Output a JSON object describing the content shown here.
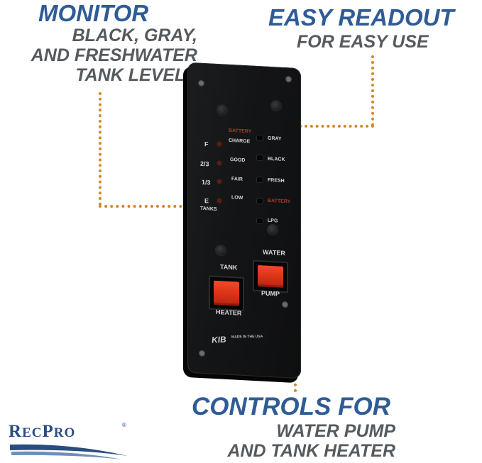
{
  "callouts": {
    "monitor": {
      "title": "MONITOR",
      "lines": [
        "BLACK, GRAY,",
        "AND FRESHWATER",
        "TANK LEVELS"
      ]
    },
    "readout": {
      "title": "EASY READOUT",
      "lines": [
        "FOR EASY USE"
      ]
    },
    "controls": {
      "title": "CONTROLS FOR",
      "lines": [
        "WATER PUMP",
        "AND TANK HEATER"
      ]
    }
  },
  "panel": {
    "battery_header": "BATTERY",
    "left_levels": [
      "F",
      "2/3",
      "1/3",
      "E"
    ],
    "tanks_label": "TANKS",
    "battery_levels": [
      "CHARGE",
      "GOOD",
      "FAIR",
      "LOW"
    ],
    "right_indicators": [
      "GRAY",
      "BLACK",
      "FRESH",
      "BATTERY",
      "LPG"
    ],
    "switch_left_top": "TANK",
    "switch_left_bottom": "HEATER",
    "switch_right_top": "WATER",
    "switch_right_bottom": "PUMP",
    "brand": "KIB",
    "made_in": "MADE IN THE USA"
  },
  "brand": {
    "name_part1": "R",
    "name_part2": "EC",
    "name_part3": "P",
    "name_part4": "RO",
    "registered": "®"
  },
  "colors": {
    "title_blue": "#2f5c96",
    "subtitle_gray": "#555a5e",
    "leader_orange": "#d4852c",
    "rocker_red": "#e03a1e"
  }
}
